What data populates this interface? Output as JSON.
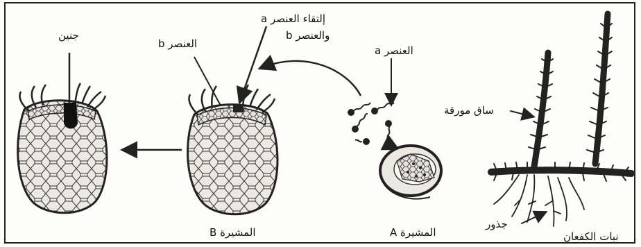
{
  "labels": {
    "embryo": "جنين",
    "element_b": "العنصر b",
    "meeting_line1": "إلتقاء العنصر a",
    "meeting_line2": "والعنصر b",
    "element_a": "العنصر a",
    "leafy_stem": "ساق مورقة",
    "roots": "جذور",
    "gametophyte_b": "المشيرة B",
    "gametophyte_a": "المشيرة A",
    "plant_name": "نبات الكفعان"
  },
  "colors": {
    "ink": "#222222",
    "cell_fill": "#e9e6df",
    "dark": "#111111"
  }
}
